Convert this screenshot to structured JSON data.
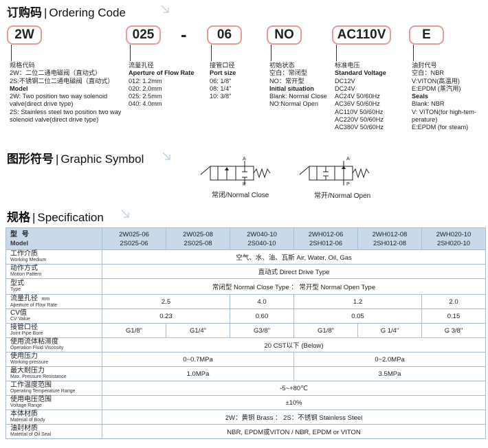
{
  "ordering": {
    "title_zh": "订购码",
    "sep": "|",
    "title_en": "Ordering Code",
    "codes": [
      "2W",
      "025",
      "-",
      "06",
      "NO",
      "AC110V",
      "E"
    ],
    "descriptions": [
      {
        "lines": [
          {
            "t": "规格代码",
            "b": false
          },
          {
            "t": "2W：二位二通电磁阀（直动式）",
            "b": false
          },
          {
            "t": "2S:不锈钢二位二通电磁阀（直动式）",
            "b": false
          },
          {
            "t": "Model",
            "b": true
          },
          {
            "t": "2W: Two position two way solenoid",
            "b": false
          },
          {
            "t": "valve(direct drive type)",
            "b": false
          },
          {
            "t": "2S: Stainless steel two position two way",
            "b": false
          },
          {
            "t": "solenoid valve(direct drive type)",
            "b": false
          }
        ]
      },
      {
        "lines": [
          {
            "t": "流量孔径",
            "b": false
          },
          {
            "t": "Aperture of Flow Rate",
            "b": true
          },
          {
            "t": "012: 1.2mm",
            "b": false
          },
          {
            "t": "020: 2.0mm",
            "b": false
          },
          {
            "t": "025: 2.5mm",
            "b": false
          },
          {
            "t": "040: 4.0mm",
            "b": false
          }
        ]
      },
      {
        "lines": [
          {
            "t": "接管口径",
            "b": false
          },
          {
            "t": "Port size",
            "b": true
          },
          {
            "t": "06: 1/8\"",
            "b": false
          },
          {
            "t": "08: 1/4\"",
            "b": false
          },
          {
            "t": "10: 3/8\"",
            "b": false
          }
        ]
      },
      {
        "lines": [
          {
            "t": "初始状态",
            "b": false
          },
          {
            "t": "空白：常闭型",
            "b": false
          },
          {
            "t": "NO：常开型",
            "b": false
          },
          {
            "t": "Initial situation",
            "b": true
          },
          {
            "t": "Blank: Normal Close",
            "b": false
          },
          {
            "t": "NO:Normal Open",
            "b": false
          }
        ]
      },
      {
        "lines": [
          {
            "t": "标准电压",
            "b": false
          },
          {
            "t": "Standard  Voltage",
            "b": true
          },
          {
            "t": "DC12V",
            "b": false
          },
          {
            "t": "DC24V",
            "b": false
          },
          {
            "t": "AC24V   50/60Hz",
            "b": false
          },
          {
            "t": "AC36V   50/60Hz",
            "b": false
          },
          {
            "t": "AC110V  50/60Hz",
            "b": false
          },
          {
            "t": "AC220V  50/60Hz",
            "b": false
          },
          {
            "t": "AC380V  50/60Hz",
            "b": false
          }
        ]
      },
      {
        "lines": [
          {
            "t": "油封代号",
            "b": false
          },
          {
            "t": "空白：NBR",
            "b": false
          },
          {
            "t": "V:VITON(高温用)",
            "b": false
          },
          {
            "t": "E:EPDM (蒸汽用)",
            "b": false
          },
          {
            "t": "Seals",
            "b": true
          },
          {
            "t": "Blank: NBR",
            "b": false
          },
          {
            "t": "V: VITON(for high-tem-",
            "b": false
          },
          {
            "t": "perature)",
            "b": false
          },
          {
            "t": "E:EPDM (for steam)",
            "b": false
          }
        ]
      }
    ]
  },
  "graphic": {
    "title_zh": "图形符号",
    "sep": "|",
    "title_en": "Graphic Symbol",
    "port_a": "A",
    "port_p": "P",
    "close_label": "常闭/Normal Close",
    "open_label": "常开/Normal Open"
  },
  "spec": {
    "title_zh": "规格",
    "sep": "|",
    "title_en": "Specification",
    "head": {
      "zh": "型  号",
      "en": "Model",
      "models": [
        [
          "2W025-06",
          "2S025-06"
        ],
        [
          "2W025-08",
          "2S025-08"
        ],
        [
          "2W040-10",
          "2S040-10"
        ],
        [
          "2WH012-06",
          "2SH012-06"
        ],
        [
          "2WH012-08",
          "2SH012-08"
        ],
        [
          "2WH020-10",
          "2SH020-10"
        ]
      ]
    },
    "rows": {
      "medium": {
        "zh": "工作介质",
        "en": "Working Medium",
        "value": "空气、水、油、瓦斯     Air, Water, Oil, Gas"
      },
      "motion": {
        "zh": "动作方式",
        "en": "Motion Pattern",
        "value": "直动式       Direct Drive Type"
      },
      "type": {
        "zh": "型式",
        "en": "Type",
        "value": "常闭型   Normal Close Type  ：  常开型   Normal Open Type"
      },
      "flow": {
        "zh": "流量孔径",
        "zh_unit": "mm",
        "en": "Aperture of Flow Rate",
        "values": [
          "2.5",
          "4.0",
          "1.2",
          "2.0"
        ]
      },
      "cv": {
        "zh": "CV值",
        "en": "CV  Value",
        "values": [
          "0.23",
          "0.60",
          "0.05",
          "0.15"
        ]
      },
      "bore": {
        "zh": "接管口径",
        "en": "Joint Pipe Bore",
        "values": [
          "G1/8\"",
          "G1/4\"",
          "G3/8\"",
          "G1/8\"",
          "G 1/4\"",
          "G 3/8\""
        ]
      },
      "viscosity": {
        "zh": "使用流体粘滞度",
        "en": "Operation Fluid Viscosity",
        "value": "20 CST以下 (Below)"
      },
      "pressure": {
        "zh": "使用压力",
        "en": "Working-pressure",
        "values": [
          "0~0.7MPa",
          "0~2.0MPa"
        ]
      },
      "max_pressure": {
        "zh": "最大耐压力",
        "en": "Max. Pressure Resistance",
        "values": [
          "1.0MPa",
          "3.5MPa"
        ]
      },
      "temperature": {
        "zh": "工作温度范围",
        "en": "Operating Temperature Range",
        "value": "-5~+80℃"
      },
      "voltage": {
        "zh": "使用电压范围",
        "en": "Voltage Range",
        "value": "±10%"
      },
      "body": {
        "zh": "本体材质",
        "en": "Material of Body",
        "value": "2W：黄铜    Brass    ：   2S：不锈钢    Stainless Steel"
      },
      "seal": {
        "zh": "油封材质",
        "en": "Material of Oil Seal",
        "value": "NBR, EPDM或VITON  /  NBR, EPDM or VITON"
      }
    }
  },
  "colors": {
    "box_border": "#e89a95",
    "table_header": "#c8d9ea",
    "table_border": "#a9bccd"
  }
}
